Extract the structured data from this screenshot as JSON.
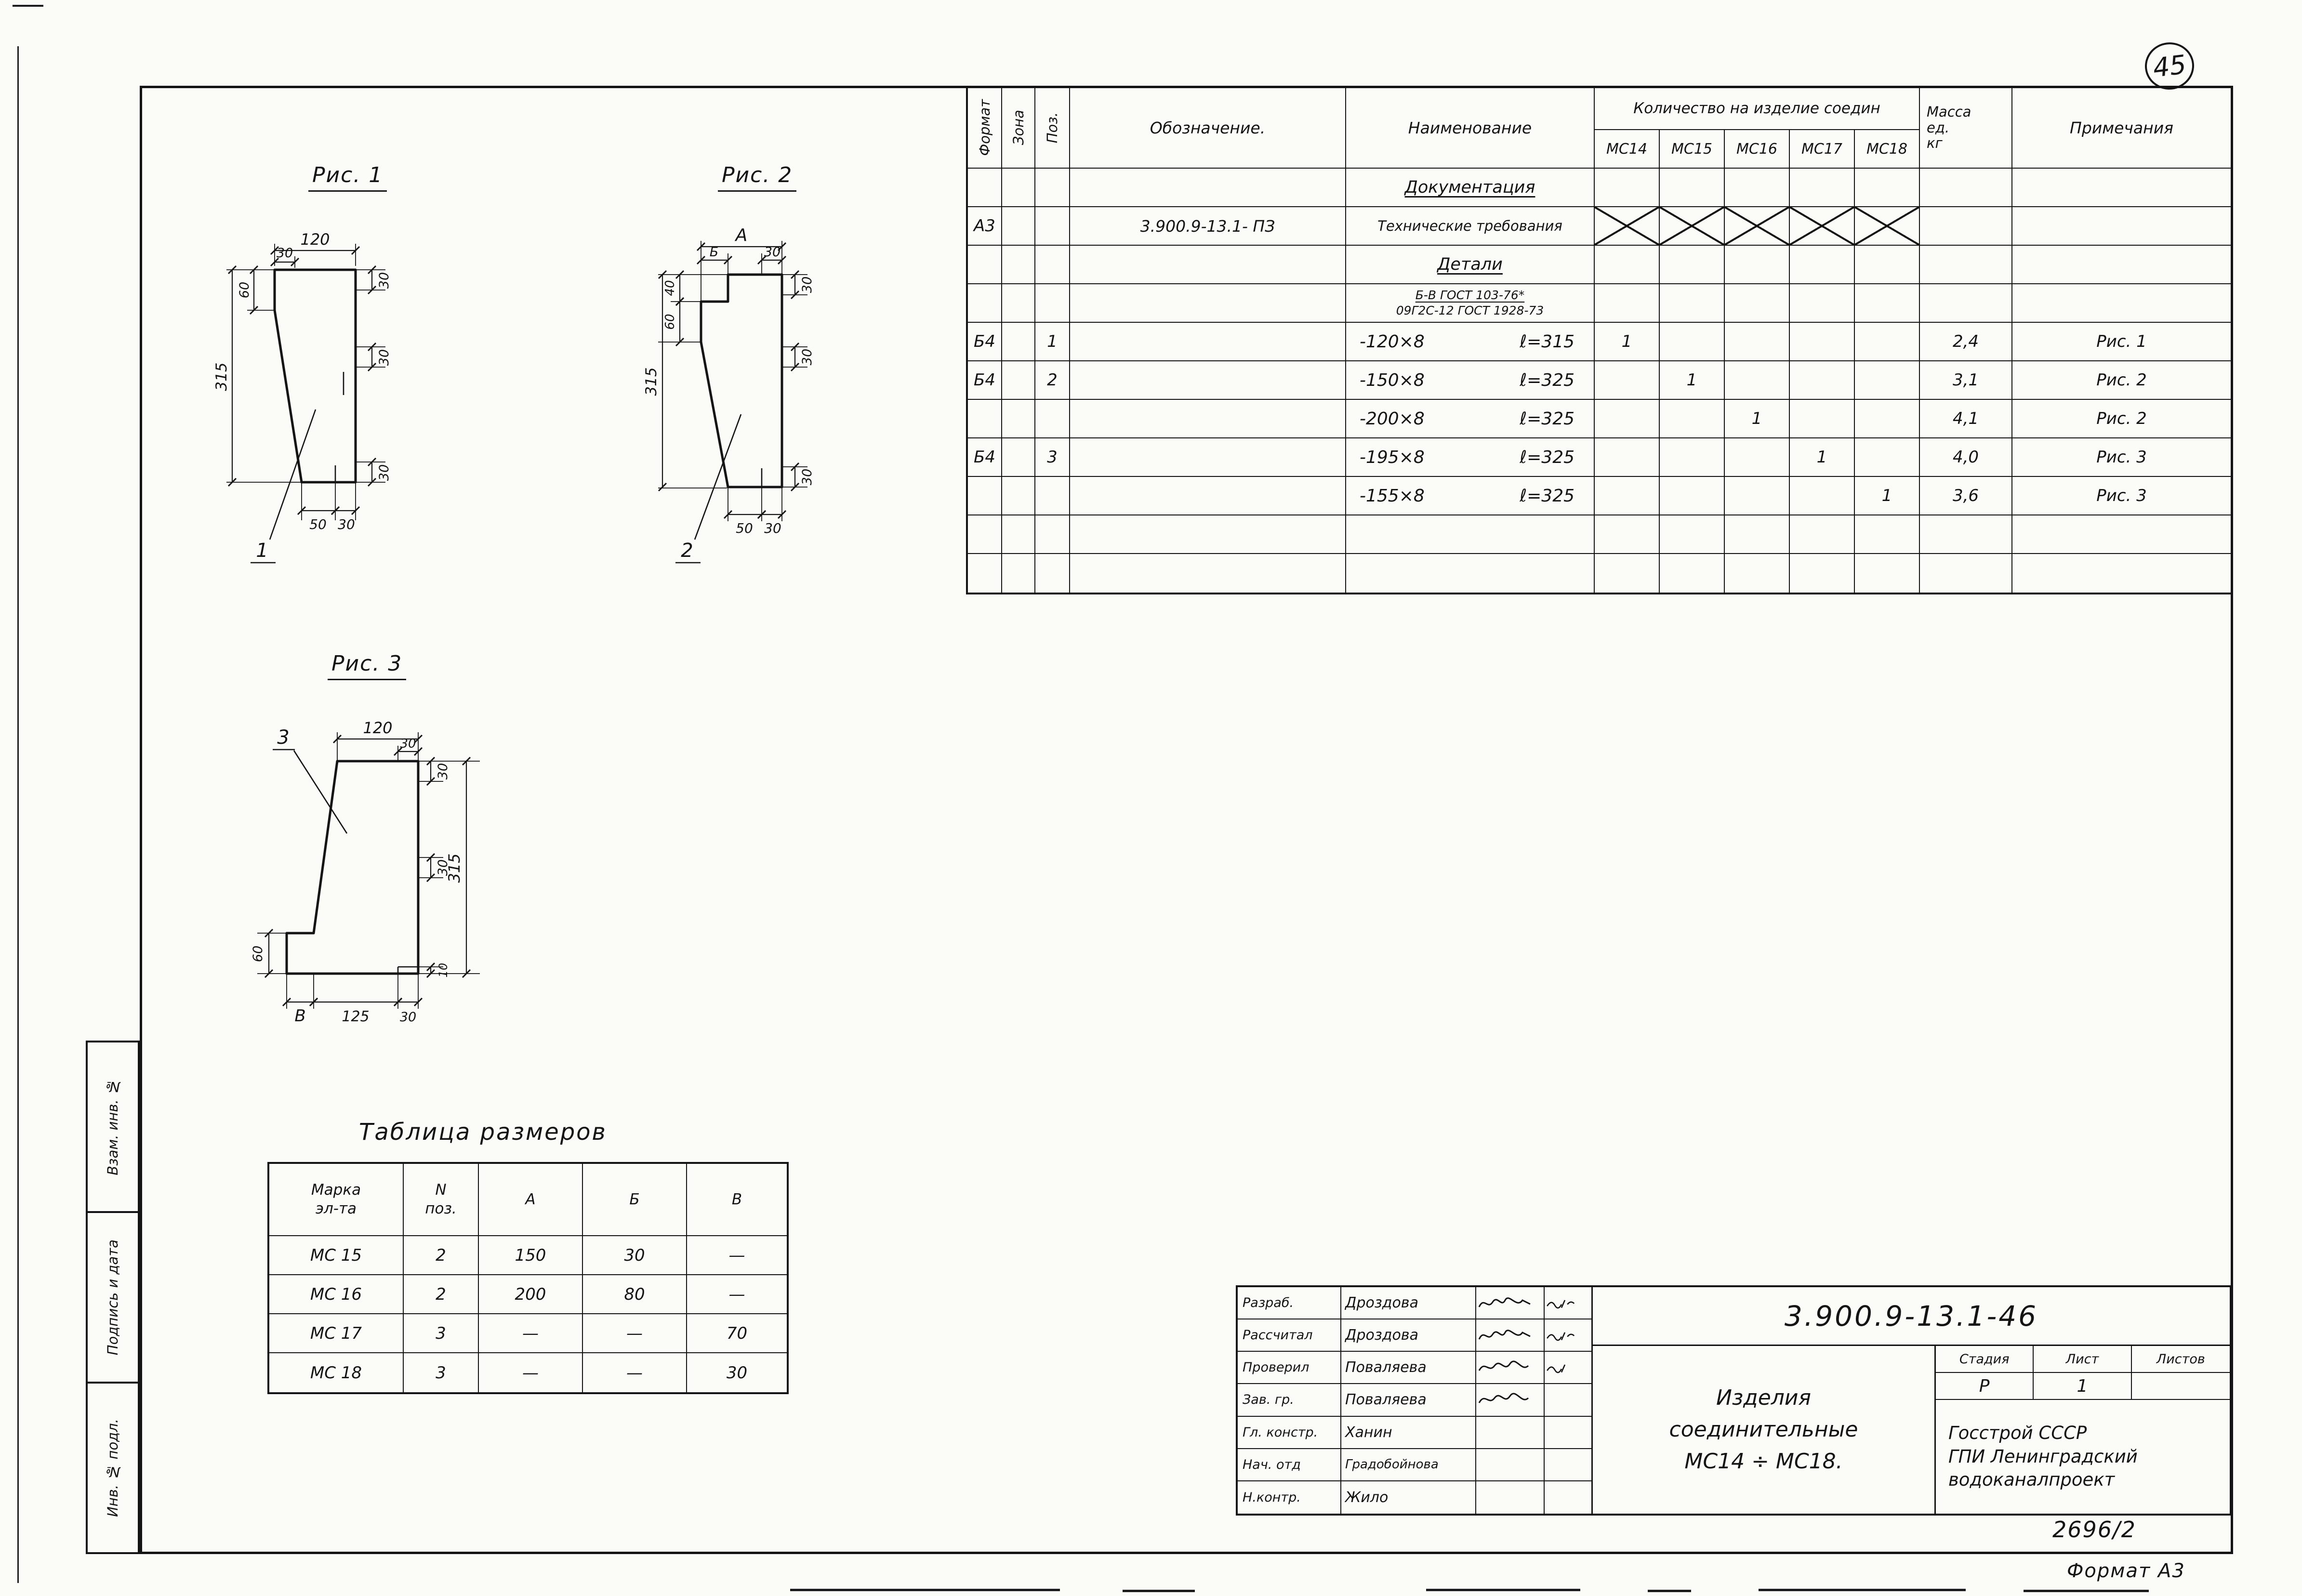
{
  "page": {
    "number": "45",
    "code": "2696/2",
    "format_note": "Формат А3"
  },
  "side_strip": {
    "labels": [
      "Взам. инв. №",
      "Подпись и дата",
      "Инв. № подл."
    ]
  },
  "spec_table": {
    "headers": {
      "format": "Формат",
      "zona": "Зона",
      "poz": "Поз.",
      "oboz": "Обозначение.",
      "name": "Наименование",
      "qty_group": "Количество на изделие соедин",
      "qty_cols": [
        "МС14",
        "МС15",
        "МС16",
        "МС17",
        "МС18"
      ],
      "massa": "Масса\nед.\nкг",
      "note": "Примечания"
    },
    "rows": [
      {
        "name": "Документация"
      },
      {
        "format": "А3",
        "oboz": "3.900.9-13.1- ПЗ",
        "name": "Технические требования"
      },
      {
        "name": "Детали"
      },
      {
        "line1": "Б-В ГОСТ 103-76*",
        "line2": "09Г2С-12 ГОСТ 1928-73"
      },
      {
        "format": "Б4",
        "poz": "1",
        "size": "-120×8",
        "len": "ℓ=315",
        "q1": "1",
        "massa": "2,4",
        "note": "Рис. 1"
      },
      {
        "format": "Б4",
        "poz": "2",
        "size": "-150×8",
        "len": "ℓ=325",
        "q2": "1",
        "massa": "3,1",
        "note": "Рис. 2"
      },
      {
        "size": "-200×8",
        "len": "ℓ=325",
        "q3": "1",
        "massa": "4,1",
        "note": "Рис. 2"
      },
      {
        "format": "Б4",
        "poz": "3",
        "size": "-195×8",
        "len": "ℓ=325",
        "q4": "1",
        "massa": "4,0",
        "note": "Рис. 3"
      },
      {
        "size": "-155×8",
        "len": "ℓ=325",
        "q5": "1",
        "massa": "3,6",
        "note": "Рис. 3"
      }
    ]
  },
  "figures": {
    "fig1": {
      "label": "Рис. 1",
      "callout": "1",
      "dims": {
        "w120": "120",
        "t30": "30",
        "l60": "60",
        "h315": "315",
        "r30a": "30",
        "r30b": "30",
        "r30c": "30",
        "b50": "50",
        "b30": "30"
      }
    },
    "fig2": {
      "label": "Рис. 2",
      "callout": "2",
      "dims": {
        "a": "А",
        "b": "Б",
        "t30": "30",
        "l40": "40",
        "l60": "60",
        "h315": "315",
        "r30a": "30",
        "r30b": "30",
        "r30c": "30",
        "b50": "50",
        "b30": "30"
      }
    },
    "fig3": {
      "label": "Рис. 3",
      "callout": "3",
      "dims": {
        "w120": "120",
        "t30": "30",
        "r30a": "30",
        "r30b": "30",
        "r10": "10",
        "h315": "315",
        "l60": "60",
        "bB": "В",
        "b125": "125",
        "b30": "30"
      }
    }
  },
  "sizes_table": {
    "title": "Таблица размеров",
    "headers": [
      "Марка\nэл-та",
      "N\nпоз.",
      "А",
      "Б",
      "В"
    ],
    "rows": [
      [
        "МС 15",
        "2",
        "150",
        "30",
        "—"
      ],
      [
        "МС 16",
        "2",
        "200",
        "80",
        "—"
      ],
      [
        "МС 17",
        "3",
        "—",
        "—",
        "70"
      ],
      [
        "МС 18",
        "3",
        "—",
        "—",
        "30"
      ]
    ]
  },
  "title_block": {
    "doc_number": "3.900.9-13.1-46",
    "title": "Изделия\nсоединительные\nМС14 ÷ МС18.",
    "stage_label": "Стадия",
    "sheet_label": "Лист",
    "sheets_label": "Листов",
    "stage": "Р",
    "sheet": "1",
    "sheets": "",
    "org": "Госстрой СССР\nГПИ Ленинградский\nводоканалпроект",
    "roles": [
      {
        "role": "Разраб.",
        "name": "Дроздова"
      },
      {
        "role": "Рассчитал",
        "name": "Дроздова"
      },
      {
        "role": "Проверил",
        "name": "Поваляева"
      },
      {
        "role": "Зав. гр.",
        "name": "Поваляева"
      },
      {
        "role": "Гл. констр.",
        "name": "Ханин"
      },
      {
        "role": "Нач. отд",
        "name": "Градобойнова"
      },
      {
        "role": "Н.контр.",
        "name": "Жило"
      }
    ]
  }
}
